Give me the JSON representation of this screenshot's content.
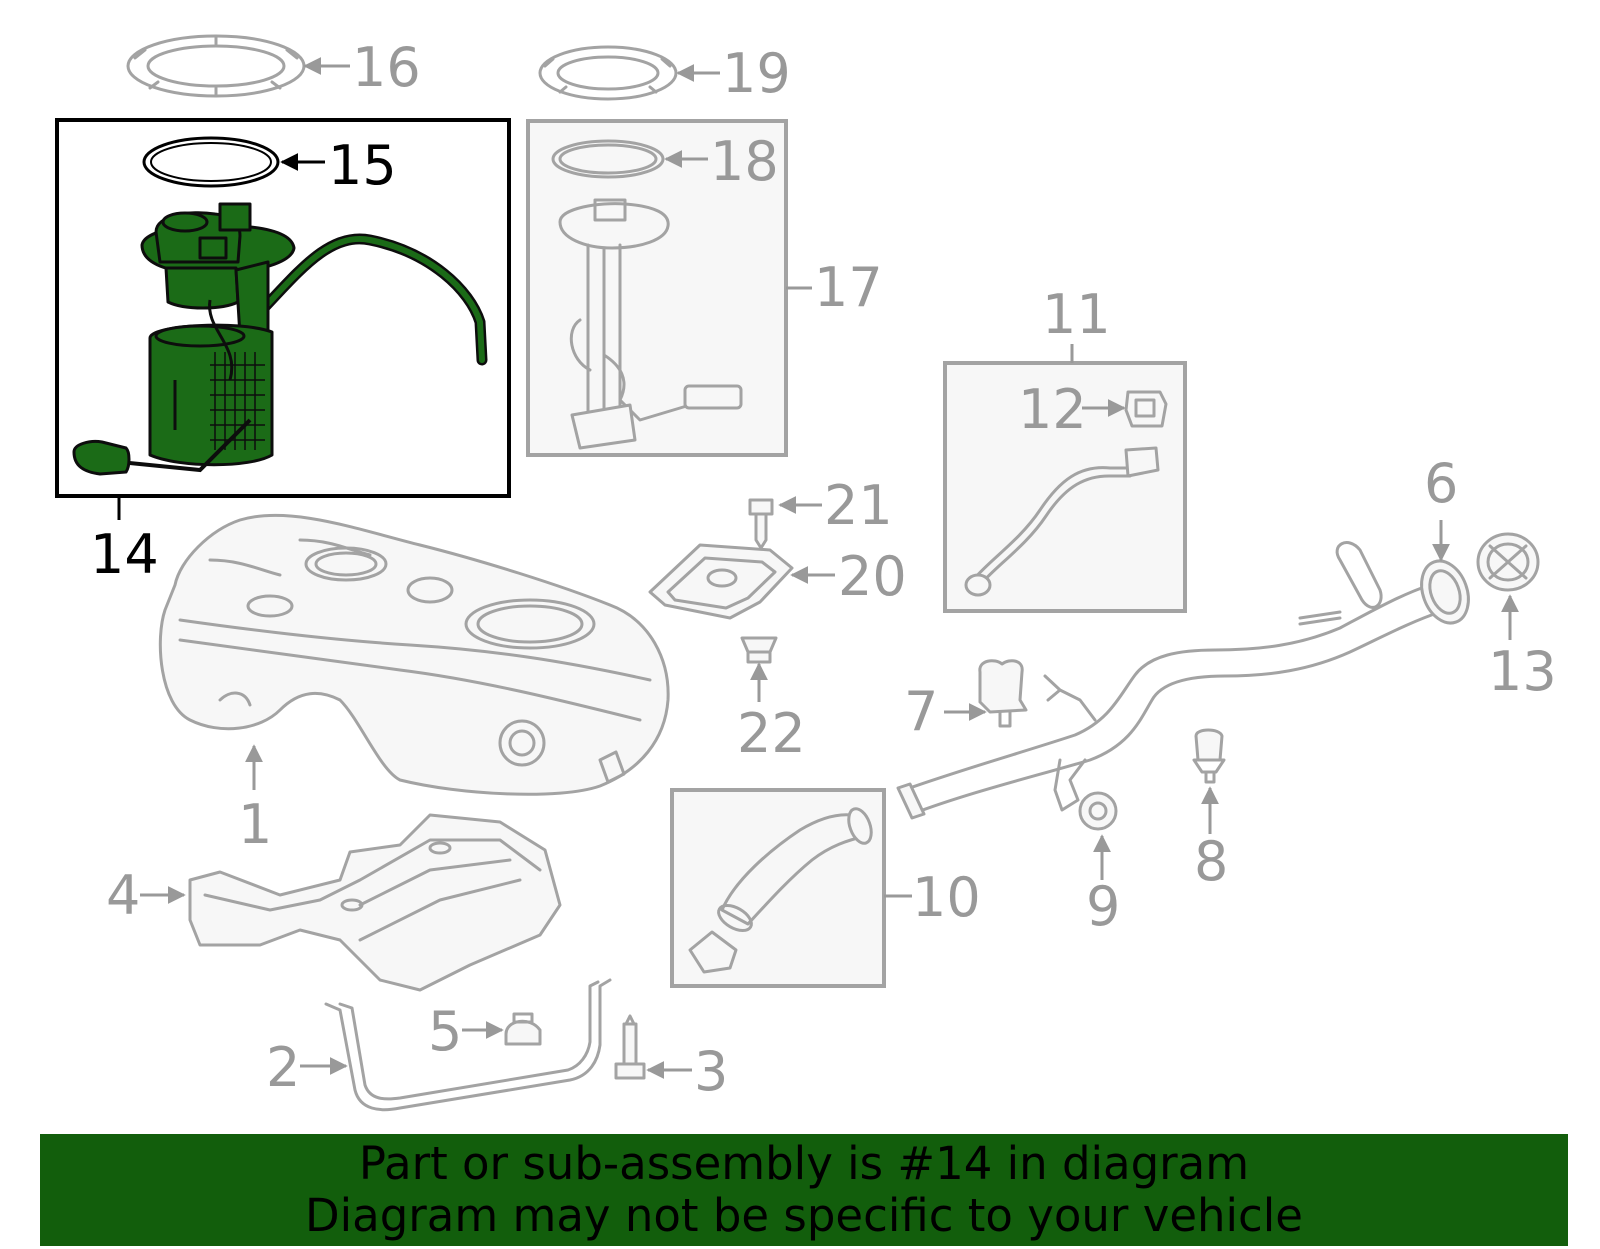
{
  "callouts": {
    "c1": "1",
    "c2": "2",
    "c3": "3",
    "c4": "4",
    "c5": "5",
    "c6": "6",
    "c7": "7",
    "c8": "8",
    "c9": "9",
    "c10": "10",
    "c11": "11",
    "c12": "12",
    "c13": "13",
    "c14": "14",
    "c15": "15",
    "c16": "16",
    "c17": "17",
    "c18": "18",
    "c19": "19",
    "c20": "20",
    "c21": "21",
    "c22": "22"
  },
  "highlight": {
    "part_number": "14",
    "color": "#1b6b17"
  },
  "banner": {
    "line1": "Part or sub-assembly is #14 in diagram",
    "line2": "Diagram may not be specific to your vehicle",
    "background": "#125e0c"
  }
}
